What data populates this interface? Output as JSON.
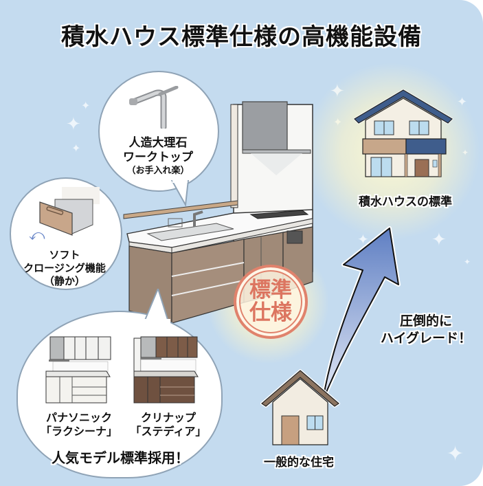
{
  "title": "積水ハウス標準仕様の高機能設備",
  "bubbles": {
    "faucet": {
      "line1": "人造大理石",
      "line2": "ワークトップ",
      "line3": "（お手入れ楽）",
      "icon": "faucet-icon"
    },
    "drawer": {
      "line1": "ソフト",
      "line2": "クロージング機能",
      "line3": "（静か）",
      "icon": "drawer-icon"
    },
    "models": {
      "left_brand": "パナソニック",
      "left_model": "「ラクシーナ」",
      "right_brand": "クリナップ",
      "right_model": "「ステディア」",
      "caption": "人気モデル標準採用！"
    }
  },
  "stamp": {
    "line1": "標準",
    "line2": "仕様",
    "color": "#dc7560"
  },
  "houses": {
    "premium_label": "積水ハウスの標準",
    "standard_label": "一般的な住宅"
  },
  "arrow_text": {
    "line1": "圧倒的に",
    "line2": "ハイグレード！"
  },
  "colors": {
    "background": "#c4dbef",
    "cabinet": "#a08a78",
    "roof_premium": "#3f5d8c",
    "roof_standard": "#8c7460",
    "arrow": "#6a87c8"
  }
}
